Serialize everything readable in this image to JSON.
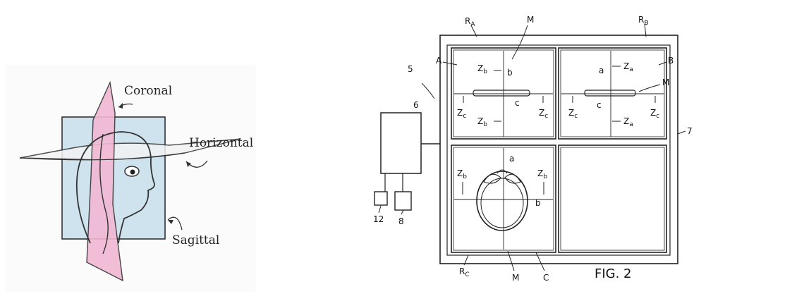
{
  "left_figure": {
    "labels": {
      "coronal": "Coronal",
      "horizontal": "Horizontal",
      "sagittal": "Sagittal"
    },
    "colors": {
      "square_fill": "#cfe3ee",
      "sagittal_fill": "#f2b8d4",
      "line": "#333333"
    }
  },
  "right_figure": {
    "caption": "FIG. 2",
    "refs": {
      "device": "5",
      "unit_6": "6",
      "unit_12": "12",
      "unit_8": "8",
      "monitor": "7",
      "rA": "R",
      "rA_sub": "A",
      "rB": "R",
      "rB_sub": "B",
      "rC": "R",
      "rC_sub": "C",
      "panel_a": "A",
      "panel_b": "B",
      "panel_c": "C",
      "m": "M"
    },
    "letters": {
      "z": "Z",
      "sub_a": "a",
      "sub_b": "b",
      "sub_c": "c",
      "a": "a",
      "b": "b",
      "c": "c"
    }
  }
}
